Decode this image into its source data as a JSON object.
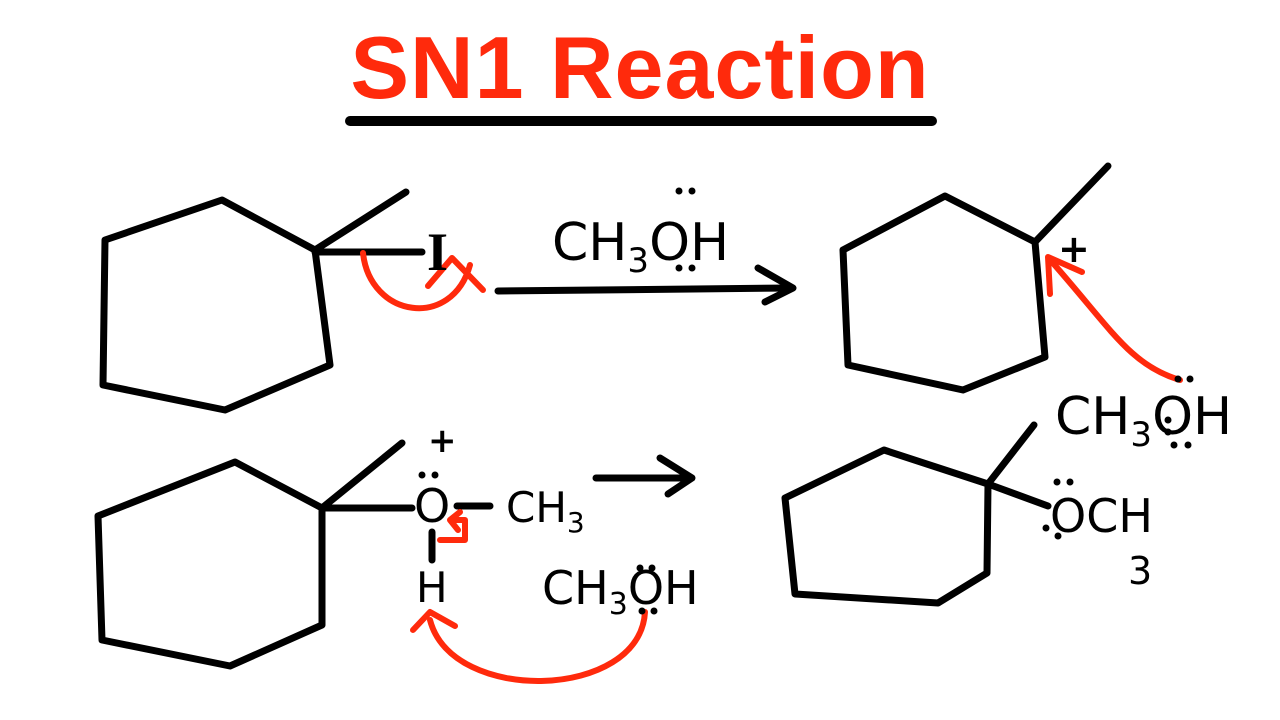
{
  "title": "SN1 Reaction",
  "colors": {
    "ink": "#000000",
    "accent": "#ff2a0c",
    "background": "#ffffff"
  },
  "diagram": {
    "steps": [
      {
        "name": "ionization",
        "leaving_group": "I",
        "reagent": {
          "prefix": "CH",
          "subscript": "3",
          "suffix": "OH",
          "lone_pair_atom": "O"
        },
        "product": {
          "charge": "+"
        }
      },
      {
        "name": "nucleophilic-attack",
        "nucleophile": {
          "prefix": "CH",
          "subscript": "3",
          "suffix": "OH",
          "lone_pair_atom": "O"
        }
      },
      {
        "name": "deprotonation",
        "oxonium": {
          "atom": "O",
          "charge": "+",
          "substituent": {
            "prefix": "CH",
            "subscript": "3"
          },
          "hydrogen": "H"
        },
        "base": {
          "prefix": "CH",
          "subscript": "3",
          "suffix": "OH",
          "lone_pair_atom": "O"
        }
      },
      {
        "name": "final-product",
        "ether": {
          "atom": "O",
          "suffix": "CH",
          "subscript": "3"
        }
      }
    ]
  }
}
